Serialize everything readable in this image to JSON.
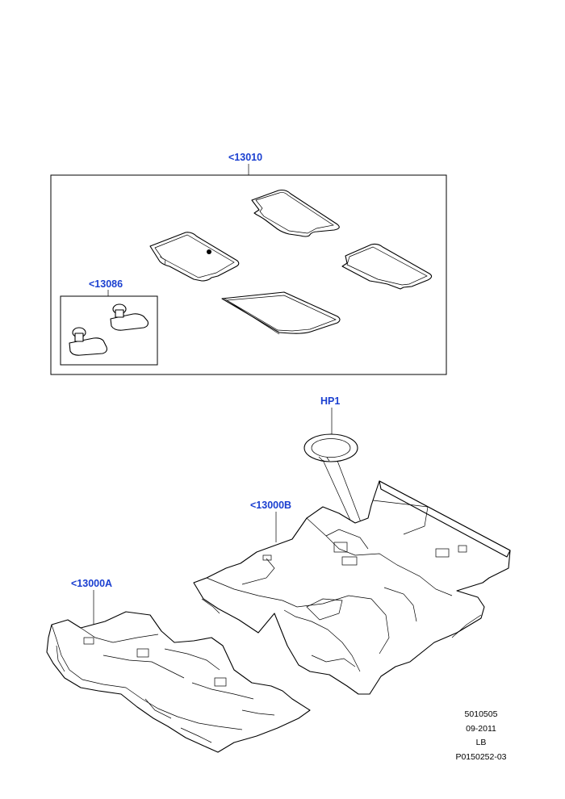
{
  "callouts": {
    "mats_set": "<13010",
    "clips": "<13086",
    "hole_plug": "HP1",
    "front_floor_carpet": "<13000A",
    "rear_floor_carpet": "<13000B"
  },
  "reference": {
    "code": "5010505",
    "date": "09-2011",
    "variant": "LB",
    "illustration_id": "P0150252-03"
  }
}
